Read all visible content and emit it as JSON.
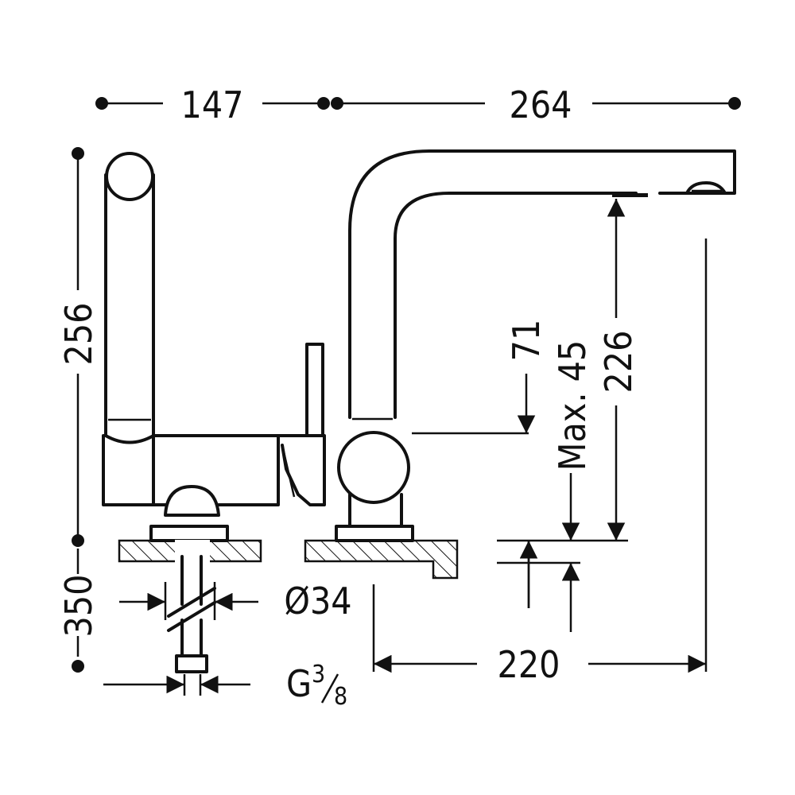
{
  "dimensions": {
    "top_left_width": "147",
    "top_right_width": "264",
    "side_height": "256",
    "below_counter": "350",
    "hose_diameter": "Ø34",
    "thread_prefix": "G",
    "thread_num": "3",
    "thread_den": "8",
    "spout_clearance": "226",
    "counter_max": "Max. 45",
    "lever_height": "71",
    "spout_reach": "220"
  }
}
